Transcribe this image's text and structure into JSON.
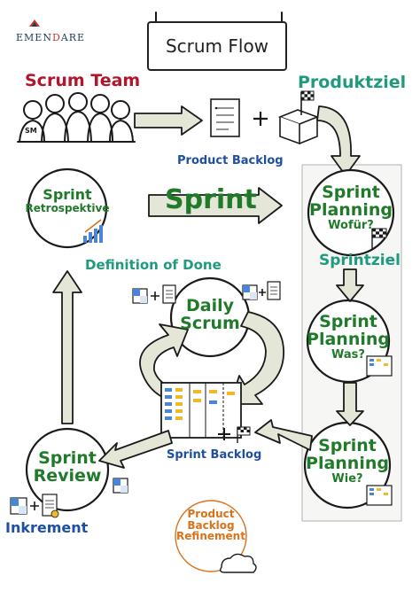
{
  "logo": {
    "brand_main": "EMEN",
    "brand_accent": "D",
    "brand_tail": "ARE"
  },
  "title": "Scrum Flow",
  "labels": {
    "scrum_team": "Scrum Team",
    "produktziel": "Produktziel",
    "product_backlog": "Product Backlog",
    "sprint": "Sprint",
    "definition_of_done": "Definition of Done",
    "sprintziel": "Sprintziel",
    "sprint_backlog": "Sprint Backlog",
    "inkrement": "Inkrement",
    "sm_badge": "SM"
  },
  "circles": {
    "retrospektive": {
      "line1": "Sprint",
      "line2": "Retrospektive"
    },
    "planning_wofuer": {
      "line1": "Sprint",
      "line2": "Planning",
      "line3": "Wofür?"
    },
    "daily_scrum": {
      "line1": "Daily",
      "line2": "Scrum"
    },
    "planning_was": {
      "line1": "Sprint",
      "line2": "Planning",
      "line3": "Was?"
    },
    "planning_wie": {
      "line1": "Sprint",
      "line2": "Planning",
      "line3": "Wie?"
    },
    "review": {
      "line1": "Sprint",
      "line2": "Review"
    }
  },
  "refinement": {
    "line1": "Product",
    "line2": "Backlog",
    "line3": "Refinement"
  },
  "colors": {
    "red": "#b3152a",
    "teal": "#1f9a7e",
    "blue": "#1f4fa0",
    "green": "#1f7a2a",
    "orange": "#d8731c",
    "arrow_fill": "#e4e7d8"
  },
  "icons": [
    "people-icon",
    "document-icon",
    "box-icon",
    "flag-icon",
    "cube-icon",
    "growth-chart-icon",
    "kanban-board-icon",
    "cloud-icon",
    "plus-icon"
  ]
}
